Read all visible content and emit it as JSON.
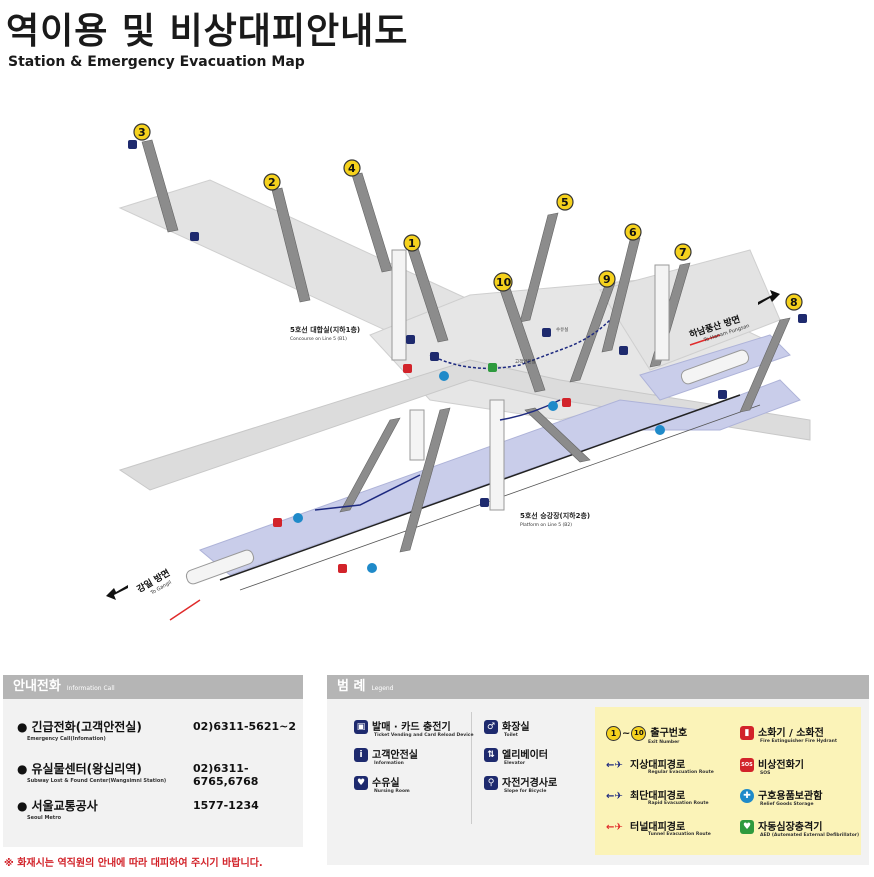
{
  "title": {
    "ko": "역이용 및 비상대피안내도",
    "en": "Station & Emergency Evacuation Map"
  },
  "map": {
    "exits": [
      "1",
      "2",
      "3",
      "4",
      "5",
      "6",
      "7",
      "8",
      "9",
      "10"
    ],
    "concourse": {
      "ko": "5호선 대합실(지하1층)",
      "en": "Concourse on Line 5 (B1)"
    },
    "platform": {
      "ko": "5호선 승강장(지하2층)",
      "en": "Platform on Line 5 (B2)"
    },
    "info_center": "고객안전실",
    "nursing": "수유실",
    "dir_east": {
      "ko": "하남풍산 방면",
      "en": "To Hanam Pungsan"
    },
    "dir_west": {
      "ko": "강일 방면",
      "en": "To Gangil"
    },
    "colors": {
      "floor": "#e3e3e3",
      "platform": "#c9cdea",
      "escalator": "#8c8c8c",
      "exit": "#f6d21d",
      "route": "#1e2a80",
      "tunnel": "#e02b2b"
    }
  },
  "info": {
    "header": "안내전화",
    "header_en": "Information Call",
    "rows": [
      {
        "label": "긴급전화(고객안전실)",
        "en": "Emergency Call(Infomation)",
        "number": "02)6311-5621~2"
      },
      {
        "label": "유실물센터(왕십리역)",
        "en": "Subway Lost & Found Center(Wangsimni Station)",
        "number": "02)6311-6765,6768"
      },
      {
        "label": "서울교통공사",
        "en": "Seoul Metro",
        "number": "1577-1234"
      }
    ]
  },
  "legend": {
    "header": "범 례",
    "header_en": "Legend",
    "items": [
      {
        "icon": "ticket-machine-icon",
        "label": "발매 · 카드 충전기",
        "en": "Ticket Vending and Card Reload Device"
      },
      {
        "icon": "info-icon",
        "label": "고객안전실",
        "en": "Information"
      },
      {
        "icon": "nursing-room-icon",
        "label": "수유실",
        "en": "Nursing Room"
      },
      {
        "icon": "toilet-icon",
        "label": "화장실",
        "en": "Toilet"
      },
      {
        "icon": "elevator-icon",
        "label": "엘리베이터",
        "en": "Elevator"
      },
      {
        "icon": "bicycle-icon",
        "label": "자전거경사로",
        "en": "Slope for Bicycle"
      }
    ],
    "emergency": [
      {
        "icon": "exit-number-icon",
        "prefix_a": "1",
        "tilde": "~",
        "prefix_b": "10",
        "label": "출구번호",
        "en": "Exit Number"
      },
      {
        "icon": "regular-route-icon",
        "label": "지상대피경로",
        "en": "Regular Evacuation Route"
      },
      {
        "icon": "rapid-route-icon",
        "label": "최단대피경로",
        "en": "Rapid Evacuation Route"
      },
      {
        "icon": "tunnel-route-icon",
        "label": "터널대피경로",
        "en": "Tunnel Evacuation Route"
      },
      {
        "icon": "extinguisher-icon",
        "label": "소화기 / 소화전",
        "en": "Fire Extinguisher      Fire Hydrant"
      },
      {
        "icon": "sos-icon",
        "label": "비상전화기",
        "en": "SOS"
      },
      {
        "icon": "relief-goods-icon",
        "label": "구호용품보관함",
        "en": "Relief Goods Storage"
      },
      {
        "icon": "aed-icon",
        "label": "자동심장충격기",
        "en": "AED (Automated External Defibrillator)"
      }
    ]
  },
  "footnote": "※ 화재시는 역직원의 안내에 따라 대피하여 주시기 바랍니다."
}
